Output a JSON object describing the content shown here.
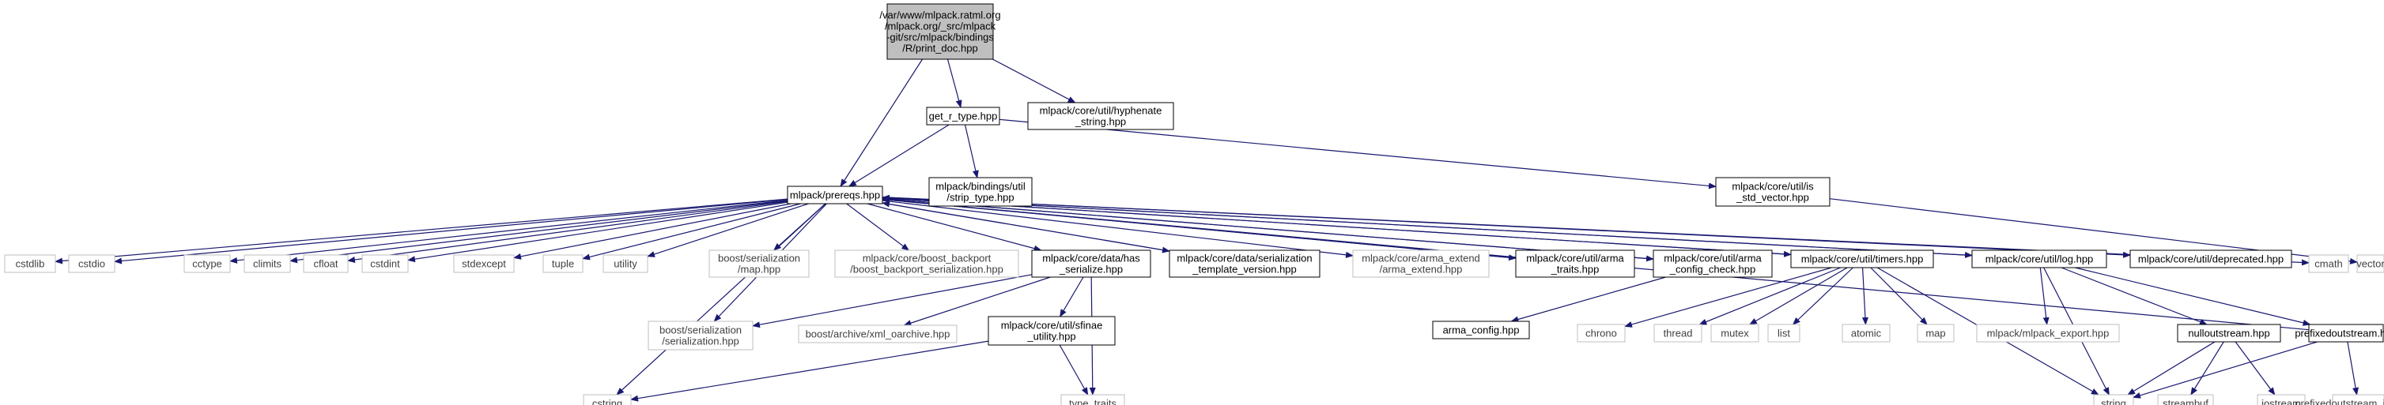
{
  "colors": {
    "edge": "#191970",
    "root_fill": "#bfbfbf",
    "local_border": "#000000",
    "external_border": "#bfbfbf",
    "external_text": "#404040",
    "text": "#000000",
    "background": "#ffffff"
  },
  "nodes": {
    "print_doc": {
      "lines": [
        "/var/www/mlpack.ratml.org",
        "/mlpack.org/_src/mlpack",
        "-git/src/mlpack/bindings",
        "/R/print_doc.hpp"
      ],
      "kind": "root"
    },
    "get_r_type": {
      "lines": [
        "get_r_type.hpp"
      ],
      "kind": "local"
    },
    "hyphenate": {
      "lines": [
        "mlpack/core/util/hyphenate",
        "_string.hpp"
      ],
      "kind": "local"
    },
    "prereqs": {
      "lines": [
        "mlpack/prereqs.hpp"
      ],
      "kind": "local"
    },
    "strip_type": {
      "lines": [
        "mlpack/bindings/util",
        "/strip_type.hpp"
      ],
      "kind": "local"
    },
    "is_std_vector": {
      "lines": [
        "mlpack/core/util/is",
        "_std_vector.hpp"
      ],
      "kind": "local"
    },
    "cstdlib": {
      "lines": [
        "cstdlib"
      ],
      "kind": "external"
    },
    "cstdio": {
      "lines": [
        "cstdio"
      ],
      "kind": "external"
    },
    "cctype": {
      "lines": [
        "cctype"
      ],
      "kind": "external"
    },
    "climits": {
      "lines": [
        "climits"
      ],
      "kind": "external"
    },
    "cfloat": {
      "lines": [
        "cfloat"
      ],
      "kind": "external"
    },
    "cstdint": {
      "lines": [
        "cstdint"
      ],
      "kind": "external"
    },
    "stdexcept": {
      "lines": [
        "stdexcept"
      ],
      "kind": "external"
    },
    "tuple": {
      "lines": [
        "tuple"
      ],
      "kind": "external"
    },
    "utility": {
      "lines": [
        "utility"
      ],
      "kind": "external"
    },
    "boost_map": {
      "lines": [
        "boost/serialization",
        "/map.hpp"
      ],
      "kind": "external"
    },
    "boost_backport": {
      "lines": [
        "mlpack/core/boost_backport",
        "/boost_backport_serialization.hpp"
      ],
      "kind": "external"
    },
    "has_serialize": {
      "lines": [
        "mlpack/core/data/has",
        "_serialize.hpp"
      ],
      "kind": "local"
    },
    "ser_template_version": {
      "lines": [
        "mlpack/core/data/serialization",
        "_template_version.hpp"
      ],
      "kind": "local"
    },
    "arma_extend": {
      "lines": [
        "mlpack/core/arma_extend",
        "/arma_extend.hpp"
      ],
      "kind": "external"
    },
    "arma_traits": {
      "lines": [
        "mlpack/core/util/arma",
        "_traits.hpp"
      ],
      "kind": "local"
    },
    "arma_config_check": {
      "lines": [
        "mlpack/core/util/arma",
        "_config_check.hpp"
      ],
      "kind": "local"
    },
    "timers": {
      "lines": [
        "mlpack/core/util/timers.hpp"
      ],
      "kind": "local"
    },
    "log": {
      "lines": [
        "mlpack/core/util/log.hpp"
      ],
      "kind": "local"
    },
    "deprecated": {
      "lines": [
        "mlpack/core/util/deprecated.hpp"
      ],
      "kind": "local"
    },
    "cmath": {
      "lines": [
        "cmath"
      ],
      "kind": "external"
    },
    "vector": {
      "lines": [
        "vector"
      ],
      "kind": "external"
    },
    "boost_serialization": {
      "lines": [
        "boost/serialization",
        "/serialization.hpp"
      ],
      "kind": "external"
    },
    "xml_oarchive": {
      "lines": [
        "boost/archive/xml_oarchive.hpp"
      ],
      "kind": "external"
    },
    "sfinae_utility": {
      "lines": [
        "mlpack/core/util/sfinae",
        "_utility.hpp"
      ],
      "kind": "local"
    },
    "cstring": {
      "lines": [
        "cstring"
      ],
      "kind": "external"
    },
    "type_traits": {
      "lines": [
        "type_traits"
      ],
      "kind": "external"
    },
    "arma_config": {
      "lines": [
        "arma_config.hpp"
      ],
      "kind": "local"
    },
    "chrono": {
      "lines": [
        "chrono"
      ],
      "kind": "external"
    },
    "thread": {
      "lines": [
        "thread"
      ],
      "kind": "external"
    },
    "mutex": {
      "lines": [
        "mutex"
      ],
      "kind": "external"
    },
    "list": {
      "lines": [
        "list"
      ],
      "kind": "external"
    },
    "atomic": {
      "lines": [
        "atomic"
      ],
      "kind": "external"
    },
    "map": {
      "lines": [
        "map"
      ],
      "kind": "external"
    },
    "mlpack_export": {
      "lines": [
        "mlpack/mlpack_export.hpp"
      ],
      "kind": "external"
    },
    "nulloutstream": {
      "lines": [
        "nulloutstream.hpp"
      ],
      "kind": "local"
    },
    "prefixedoutstream": {
      "lines": [
        "prefixedoutstream.hpp"
      ],
      "kind": "local"
    },
    "string": {
      "lines": [
        "string"
      ],
      "kind": "external"
    },
    "streambuf": {
      "lines": [
        "streambuf"
      ],
      "kind": "external"
    },
    "iostream": {
      "lines": [
        "iostream"
      ],
      "kind": "external"
    },
    "prefixedoutstream_impl": {
      "lines": [
        "prefixedoutstream_impl.hpp"
      ],
      "kind": "external"
    }
  },
  "edges": [
    [
      "print_doc",
      "get_r_type"
    ],
    [
      "print_doc",
      "hyphenate"
    ],
    [
      "print_doc",
      "prereqs"
    ],
    [
      "get_r_type",
      "prereqs"
    ],
    [
      "get_r_type",
      "strip_type"
    ],
    [
      "get_r_type",
      "is_std_vector"
    ],
    [
      "prereqs",
      "cstdlib"
    ],
    [
      "prereqs",
      "cstdio"
    ],
    [
      "prereqs",
      "cctype"
    ],
    [
      "prereqs",
      "climits"
    ],
    [
      "prereqs",
      "cfloat"
    ],
    [
      "prereqs",
      "cstdint"
    ],
    [
      "prereqs",
      "stdexcept"
    ],
    [
      "prereqs",
      "tuple"
    ],
    [
      "prereqs",
      "utility"
    ],
    [
      "prereqs",
      "boost_map"
    ],
    [
      "prereqs",
      "boost_backport"
    ],
    [
      "prereqs",
      "has_serialize"
    ],
    [
      "prereqs",
      "ser_template_version"
    ],
    [
      "prereqs",
      "arma_extend"
    ],
    [
      "prereqs",
      "arma_traits"
    ],
    [
      "prereqs",
      "arma_config_check"
    ],
    [
      "prereqs",
      "timers"
    ],
    [
      "prereqs",
      "log"
    ],
    [
      "prereqs",
      "deprecated"
    ],
    [
      "prereqs",
      "cmath"
    ],
    [
      "prereqs",
      "boost_serialization"
    ],
    [
      "prereqs",
      "cstring"
    ],
    [
      "is_std_vector",
      "vector"
    ],
    [
      "has_serialize",
      "boost_serialization"
    ],
    [
      "has_serialize",
      "xml_oarchive"
    ],
    [
      "has_serialize",
      "sfinae_utility"
    ],
    [
      "has_serialize",
      "type_traits"
    ],
    [
      "sfinae_utility",
      "cstring"
    ],
    [
      "sfinae_utility",
      "type_traits"
    ],
    [
      "ser_template_version",
      "prereqs"
    ],
    [
      "arma_traits",
      "prereqs"
    ],
    [
      "arma_config_check",
      "prereqs"
    ],
    [
      "arma_config_check",
      "arma_config"
    ],
    [
      "timers",
      "prereqs"
    ],
    [
      "timers",
      "chrono"
    ],
    [
      "timers",
      "thread"
    ],
    [
      "timers",
      "mutex"
    ],
    [
      "timers",
      "list"
    ],
    [
      "timers",
      "atomic"
    ],
    [
      "timers",
      "map"
    ],
    [
      "timers",
      "string"
    ],
    [
      "log",
      "prereqs"
    ],
    [
      "log",
      "mlpack_export"
    ],
    [
      "log",
      "nulloutstream"
    ],
    [
      "log",
      "prefixedoutstream"
    ],
    [
      "log",
      "string"
    ],
    [
      "nulloutstream",
      "string"
    ],
    [
      "nulloutstream",
      "streambuf"
    ],
    [
      "nulloutstream",
      "iostream"
    ],
    [
      "prefixedoutstream",
      "prereqs"
    ],
    [
      "prefixedoutstream",
      "string"
    ],
    [
      "prefixedoutstream",
      "prefixedoutstream_impl"
    ]
  ]
}
